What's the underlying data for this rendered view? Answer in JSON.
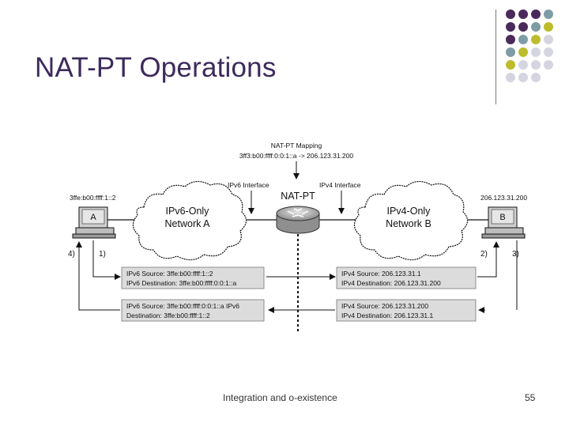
{
  "slide": {
    "title": "NAT-PT Operations",
    "footer_text": "Integration and o-existence",
    "page_number": "55"
  },
  "decor": {
    "colors": {
      "purple": "#4a2a5a",
      "teal": "#7d9ca6",
      "olive": "#bcbc2c",
      "light": "#d5d5e1"
    },
    "grid": [
      [
        "purple",
        "purple",
        "purple",
        "teal"
      ],
      [
        "purple",
        "purple",
        "teal",
        "olive"
      ],
      [
        "purple",
        "teal",
        "olive",
        "light"
      ],
      [
        "teal",
        "olive",
        "light",
        "light"
      ],
      [
        "olive",
        "light",
        "light",
        "light"
      ],
      [
        "light",
        "light",
        "light",
        ""
      ]
    ]
  },
  "diagram": {
    "mapping_title": "NAT-PT Mapping",
    "mapping_value": "3ff3:b00:ffff:0:0:1::a -> 206.123.31.200",
    "ipv6_interface": "IPv6 Interface",
    "ipv4_interface": "IPv4 Interface",
    "router_label": "NAT-PT",
    "host_a_address": "3ffe:b00:ffff:1::2",
    "host_b_address": "206.123.31.200",
    "host_a_label": "A",
    "host_b_label": "B",
    "cloud_a_line1": "IPv6-Only",
    "cloud_a_line2": "Network A",
    "cloud_b_line1": "IPv4-Only",
    "cloud_b_line2": "Network B",
    "step_4": "4)",
    "step_1": "1)",
    "step_2": "2)",
    "step_3": "3)",
    "packet_1_line1": "IPv6 Source: 3ffe:b00:ffff:1::2",
    "packet_1_line2": "IPv6 Destination: 3ffe:b00:ffff:0:0:1::a",
    "packet_2_line1": "IPv4 Source: 206.123.31.1",
    "packet_2_line2": "IPv4 Destination: 206.123.31.200",
    "packet_3_line1": "IPv6 Source: 3ffe:b00:ffff:0:0:1::a IPv6",
    "packet_3_line2": "Destination: 3ffe:b00:ffff:1::2",
    "packet_4_line1": "IPv4 Source: 206.123.31.200",
    "packet_4_line2": "IPv4 Destination: 206.123.31.1"
  }
}
